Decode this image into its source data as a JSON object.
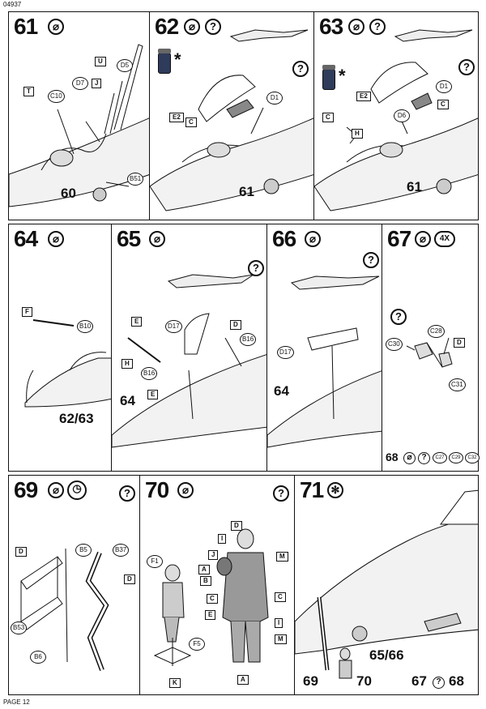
{
  "document": {
    "code": "04937",
    "page": "PAGE 12"
  },
  "icons": {
    "glue": "glue-icon",
    "help": "question-icon",
    "clock": "clock-icon",
    "paint": "paint-pot-icon",
    "decal": "decal-star-icon"
  },
  "steps": {
    "s61": {
      "number": "61",
      "ref": "60",
      "flags": [
        "T",
        "U",
        "J"
      ],
      "parts": [
        "C10",
        "D7",
        "D5",
        "B51"
      ]
    },
    "s62": {
      "number": "62",
      "ref": "61",
      "flags": [
        "E2",
        "C"
      ],
      "parts": [
        "D1"
      ],
      "mark": "*"
    },
    "s63": {
      "number": "63",
      "ref": "61",
      "flags": [
        "E2",
        "C",
        "C",
        "H"
      ],
      "parts": [
        "D1",
        "D6"
      ],
      "mark": "*"
    },
    "s64": {
      "number": "64",
      "ref": "62/63",
      "flags": [
        "F"
      ],
      "parts": [
        "B10"
      ]
    },
    "s65": {
      "number": "65",
      "ref": "64",
      "flags": [
        "E",
        "H",
        "E",
        "D"
      ],
      "parts": [
        "D17",
        "B16",
        "B16"
      ]
    },
    "s66": {
      "number": "66",
      "ref": "64",
      "parts": [
        "D17"
      ]
    },
    "s67": {
      "number": "67",
      "multiplier": "4X",
      "flags": [
        "D"
      ],
      "parts": [
        "C28",
        "C30",
        "C31"
      ]
    },
    "s68": {
      "number": "68",
      "parts": [
        "C27",
        "C29",
        "C32"
      ]
    },
    "s69": {
      "number": "69",
      "flags": [
        "D",
        "D"
      ],
      "parts": [
        "B5",
        "B37",
        "B53",
        "B6"
      ]
    },
    "s70": {
      "number": "70",
      "flags": [
        "K",
        "A"
      ],
      "parts": [
        "F1",
        "F5",
        "D",
        "I",
        "J",
        "A",
        "B",
        "C",
        "E",
        "I",
        "M",
        "M",
        "C"
      ]
    },
    "s71": {
      "number": "71",
      "refs": [
        "65/66",
        "69",
        "70",
        "67",
        "68"
      ]
    }
  }
}
